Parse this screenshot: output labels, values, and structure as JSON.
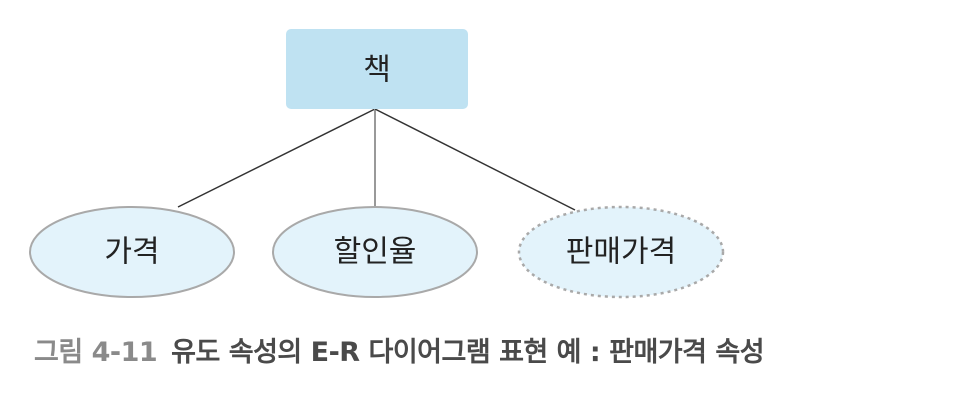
{
  "diagram": {
    "entity": {
      "label": "책"
    },
    "attributes": [
      {
        "label": "가격",
        "derived": false
      },
      {
        "label": "할인율",
        "derived": false
      },
      {
        "label": "판매가격",
        "derived": true
      }
    ]
  },
  "caption": {
    "number": "그림 4-11",
    "text": "유도 속성의 E-R 다이어그램 표현 예 : 판매가격 속성"
  },
  "colors": {
    "entity_fill": "#bfe2f2",
    "attribute_fill": "#e3f3fb",
    "outline": "#a9a9a9",
    "line": "#333333",
    "caption_number": "#8a8a8a",
    "caption_text": "#4a4a4a"
  }
}
